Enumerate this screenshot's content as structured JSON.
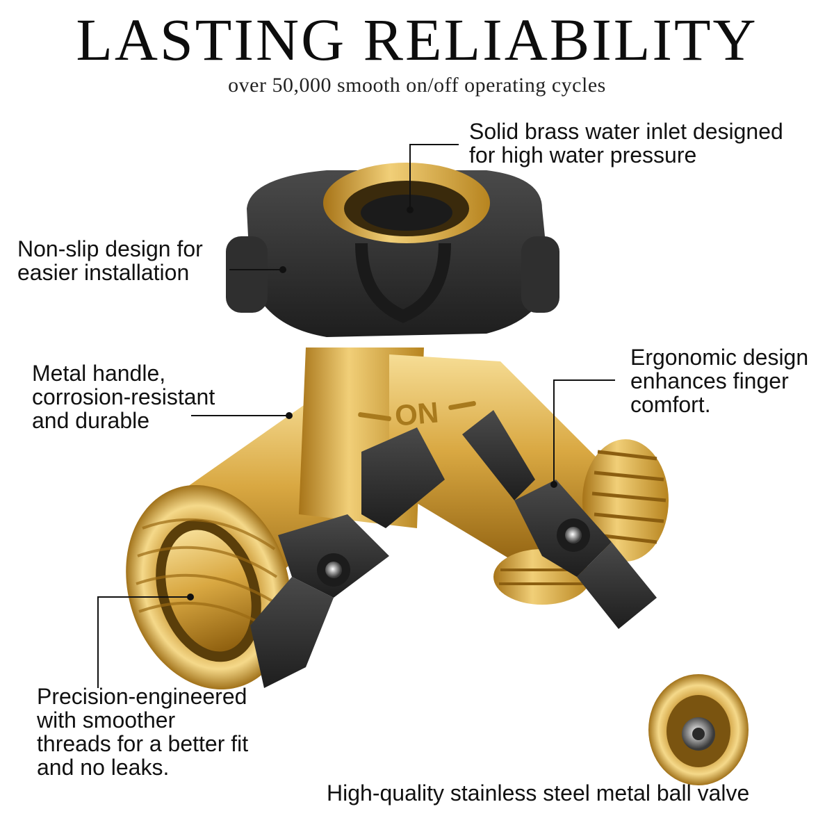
{
  "header": {
    "title": "LASTING RELIABILITY",
    "subtitle": "over 50,000 smooth on/off operating cycles"
  },
  "callouts": {
    "inlet": "Solid brass water inlet designed\nfor high water pressure",
    "nonslip": "Non-slip design for\neasier installation",
    "handle": "Metal handle,\ncorrosion-resistant\nand durable",
    "ergonomic": "Ergonomic design\nenhances finger\ncomfort.",
    "threads": "Precision-engineered\nwith smoother\nthreads for a better fit\nand no leaks.",
    "ballvalve": "High-quality stainless steel metal ball valve"
  },
  "product": {
    "embossed_label": "ON"
  },
  "colors": {
    "brass_light": "#f3d27a",
    "brass_mid": "#d9a842",
    "brass_dark": "#9a6a12",
    "rubber": "#2b2b2b",
    "text": "#111111"
  }
}
